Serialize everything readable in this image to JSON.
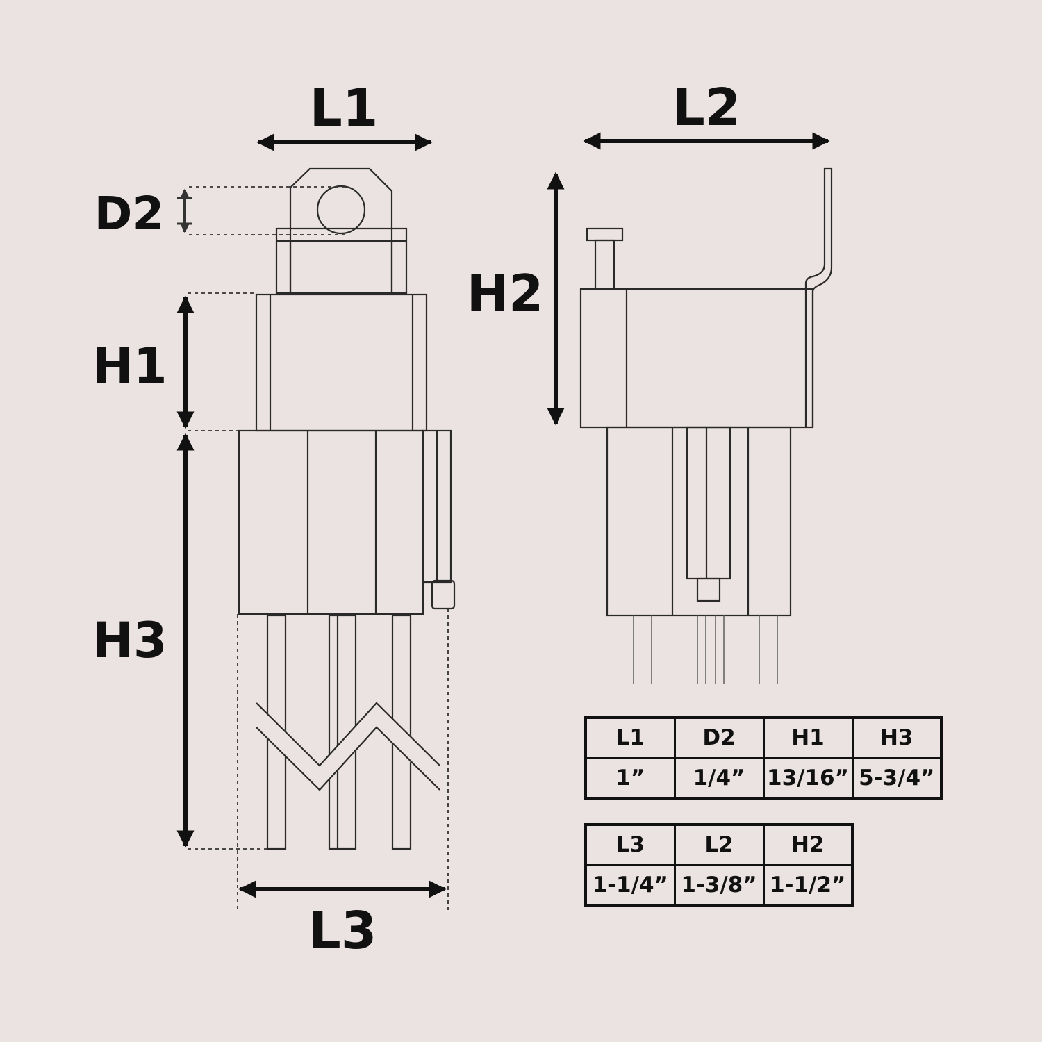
{
  "dimension_labels": {
    "l1": "L1",
    "l2": "L2",
    "l3": "L3",
    "d2": "D2",
    "h1": "H1",
    "h2": "H2",
    "h3": "H3"
  },
  "spec_table_1": {
    "headers": [
      "L1",
      "D2",
      "H1",
      "H3"
    ],
    "values": [
      "1”",
      "1/4”",
      "13/16”",
      "5-3/4”"
    ]
  },
  "spec_table_2": {
    "headers": [
      "L3",
      "L2",
      "H2"
    ],
    "values": [
      "1-1/4”",
      "1-3/8”",
      "1-1/2”"
    ]
  },
  "colors": {
    "background": "#ebe3e1",
    "ink": "#111111",
    "outline": "#2a2a2a"
  }
}
